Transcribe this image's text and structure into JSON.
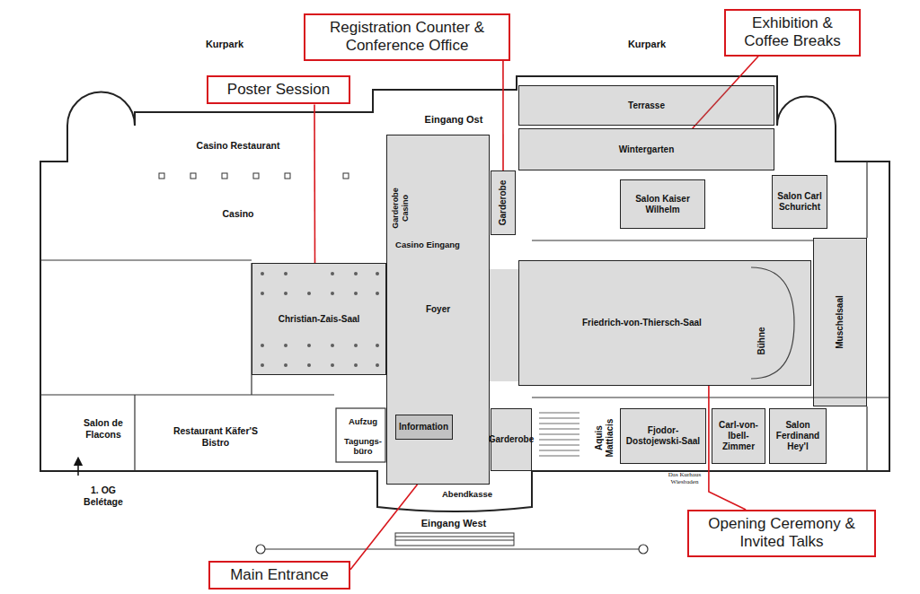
{
  "diagram": {
    "nodes": [
      {
        "text": [
          "Registration Counter & Conference Office"
        ]
      },
      {
        "text": [
          "Exhibition & Coffee Breaks"
        ]
      },
      {
        "text": [
          "Poster Session"
        ]
      },
      {
        "text": [
          "Terrasse"
        ]
      },
      {
        "text": [
          "Wintergarten"
        ]
      },
      {
        "text": [
          "Garderobe"
        ]
      },
      {
        "text": [
          "Salon Kaiser Wilhelm"
        ]
      },
      {
        "text": [
          "Salon Carl Schuricht"
        ]
      },
      {
        "text": [
          "Foyer"
        ]
      },
      {
        "text": [
          "Information"
        ],
        "in": 8
      },
      {
        "text": [
          "Christian-Zais-Saal"
        ]
      },
      {
        "text": [
          "Friedrich-von-Thiersch-Saal"
        ]
      },
      {
        "text": [
          "Muschelsaal"
        ]
      },
      {
        "text": [
          "Garderobe"
        ]
      },
      {
        "text": [
          "Fjodor-Dostojewski-Saal"
        ]
      },
      {
        "text": [
          "Carl-von-Ibell-Zimmer"
        ]
      },
      {
        "text": [
          "Salon Ferdinand Hey'l"
        ]
      },
      {
        "text": [
          "Opening Ceremony & Invited Talks"
        ]
      },
      {
        "text": [
          "Main Entrance"
        ]
      }
    ],
    "edges": [
      {
        "from": 0,
        "to": 5,
        "arrow": "none"
      },
      {
        "from": 1,
        "to": 4,
        "arrow": "none"
      },
      {
        "from": 2,
        "to": 10,
        "arrow": "none"
      },
      {
        "from": 17,
        "to": 11,
        "arrow": "none"
      },
      {
        "from": 18,
        "to": 8,
        "arrow": "none"
      }
    ],
    "labels": [
      "Kurpark",
      "Kurpark",
      "Eingang Ost",
      "Casino Restaurant",
      "Casino",
      "Garderobe Casino",
      "Casino Eingang",
      "Bühne",
      "Aufzug",
      "Tagungs-büro",
      "Salon de Flacons",
      "Restaurant Käfer'S Bistro",
      "Aquis Mattiacis",
      "Abendkasse",
      "Eingang West",
      "1. OG Belétage",
      "Das Kurhaus Wiesbaden"
    ]
  }
}
